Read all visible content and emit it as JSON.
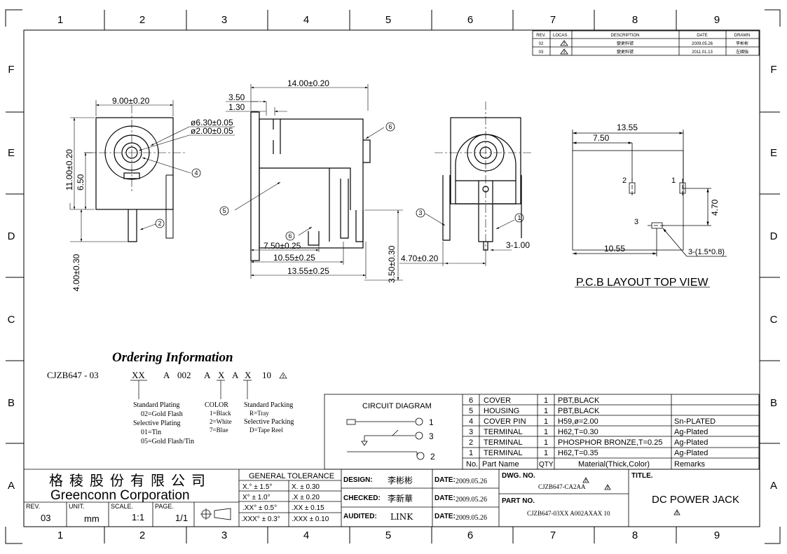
{
  "border": {
    "cols_top": [
      "1",
      "2",
      "3",
      "4",
      "5",
      "6",
      "7",
      "8",
      "9"
    ],
    "cols_bottom": [
      "1",
      "2",
      "3",
      "4",
      "5",
      "6",
      "7",
      "8",
      "9"
    ],
    "rows": [
      "F",
      "E",
      "D",
      "C",
      "B",
      "A"
    ]
  },
  "revision": {
    "headers": [
      "REV.",
      "LOCAS.",
      "DESCRIPTION",
      "DATE",
      "DRAWN"
    ],
    "rows": [
      {
        "rev": "02",
        "locas": "2",
        "desc": "變更料號",
        "date": "2009.05.26",
        "drawn": "李彬彬"
      },
      {
        "rev": "03",
        "locas": "3",
        "desc": "變更料號",
        "date": "2011.01.13",
        "drawn": "左國強"
      }
    ]
  },
  "dims": {
    "front_width": "9.00±0.20",
    "front_height": "11.00±0.20",
    "front_center": "6.50",
    "front_pin": "4.00±0.30",
    "hole_outer": "ø6.30±0.05",
    "hole_inner": "ø2.00±0.05",
    "side_len": "14.00±0.20",
    "side_a": "3.50",
    "side_b": "1.30",
    "side_c": "7.50±0.25",
    "side_d": "10.55±0.25",
    "side_e": "13.55±0.25",
    "side_pin": "3.50±0.30",
    "rear_offset": "4.70±0.20",
    "rear_pin": "3-1.00",
    "pcb_w": "13.55",
    "pcb_a": "7.50",
    "pcb_b": "10.55",
    "pcb_c": "4.70",
    "pcb_holes": "3-(1.5*0.8)",
    "pcb_title": "P.C.B LAYOUT TOP VIEW"
  },
  "callouts": {
    "c1": "1",
    "c2": "2",
    "c3": "3",
    "c4": "4",
    "c5": "5",
    "c6": "6"
  },
  "pcb_pins": {
    "p1": "1",
    "p2": "2",
    "p3": "3"
  },
  "ordering": {
    "title": "Ordering Information",
    "part": [
      "CJZB647 - 03",
      "XX",
      "A",
      "002",
      "A",
      "X",
      "A",
      "X",
      "10"
    ],
    "plating": [
      "Standard Plating",
      "02=Gold Flash",
      "Selective Plating",
      "01=Tin",
      "05=Gold Flash/Tin"
    ],
    "color": [
      "COLOR",
      "1=Black",
      "2=White",
      "7=Blue"
    ],
    "packing": [
      "Standard Packing",
      "R=Tray",
      "Selective Packing",
      "D=Tape Reel"
    ],
    "rev_mark": "3"
  },
  "circuit": {
    "title": "CIRCUIT DIAGRAM",
    "pins": [
      "1",
      "3",
      "2"
    ]
  },
  "bom": {
    "rows": [
      {
        "no": "6",
        "name": "COVER",
        "qty": "1",
        "mat": "PBT,BLACK",
        "rem": ""
      },
      {
        "no": "5",
        "name": "HOUSING",
        "qty": "1",
        "mat": "PBT,BLACK",
        "rem": ""
      },
      {
        "no": "4",
        "name": "COVER PIN",
        "qty": "1",
        "mat": "H59,ø=2.00",
        "rem": "Sn-PLATED"
      },
      {
        "no": "3",
        "name": "TERMINAL",
        "qty": "1",
        "mat": "H62,T=0.30",
        "rem": "Ag-Plated"
      },
      {
        "no": "2",
        "name": "TERMINAL",
        "qty": "1",
        "mat": "PHOSPHOR BRONZE,T=0.25",
        "rem": "Ag-Plated"
      },
      {
        "no": "1",
        "name": "TERMINAL",
        "qty": "1",
        "mat": "H62,T=0.35",
        "rem": "Ag-Plated"
      }
    ],
    "header": {
      "no": "No.",
      "name": "Part Name",
      "qty": "QTY",
      "mat": "Material(Thick,Color)",
      "rem": "Remarks"
    }
  },
  "titleblock": {
    "company_cn": "格稜股份有限公司",
    "company_en": "Greenconn Corporation",
    "rev_label": "REV.",
    "rev": "03",
    "unit_label": "UNIT.",
    "unit": "mm",
    "scale_label": "SCALE.",
    "scale": "1:1",
    "page_label": "PAGE.",
    "page": "1/1",
    "tol_header": "GENERAL TOLERANCE",
    "tol_ang": [
      "X.° ± 1.5°",
      "X° ± 1.0°",
      ".XX° ± 0.5°",
      ".XXX° ± 0.3°"
    ],
    "tol_lin": [
      "X.   ± 0.30",
      ".X    ± 0.20",
      ".XX  ± 0.15",
      ".XXX ± 0.10"
    ],
    "design_label": "DESIGN:",
    "design": "李彬彬",
    "checked_label": "CHECKED:",
    "checked": "李新華",
    "audited_label": "AUDITED:",
    "audited": "LINK",
    "date_label": "DATE:",
    "date1": "2009.05.26",
    "date2": "2009.05.26",
    "date3": "2009.05.26",
    "dwg_label": "DWG. NO.",
    "dwg": "CJZB647-CA2AA",
    "dwg_rev": "2",
    "dwg_rev2": "3",
    "part_label": "PART NO.",
    "part": "CJZB647-03XX A002AXAX 10",
    "part_rev": "3",
    "title_label": "TITLE.",
    "title": "DC POWER JACK"
  }
}
